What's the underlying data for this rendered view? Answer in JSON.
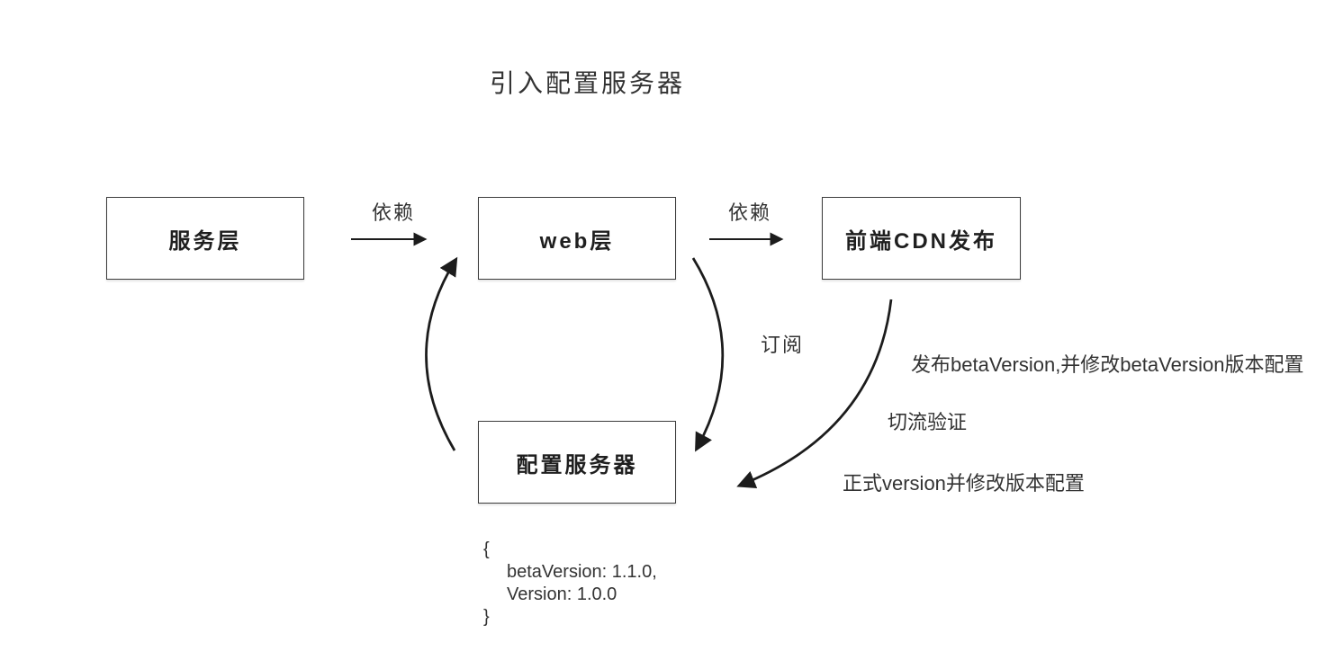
{
  "title": "引入配置服务器",
  "nodes": {
    "service_layer": "服务层",
    "web_layer": "web层",
    "cdn_release": "前端CDN发布",
    "config_server": "配置服务器"
  },
  "edge_labels": {
    "service_to_web": "依赖",
    "web_to_cdn": "依赖",
    "web_to_config": "订阅"
  },
  "annotations": {
    "beta_release": "发布betaVersion,并修改betaVersion版本配置",
    "traffic_validation": "切流验证",
    "formal_release": "正式version并修改版本配置"
  },
  "code_block": {
    "open_brace": "{",
    "beta_version_line": "betaVersion: 1.1.0,",
    "version_line": "Version: 1.0.0",
    "close_brace": "}"
  },
  "colors": {
    "text": "#333333",
    "box_border": "#3c3c3c",
    "arrow": "#1c1c1c",
    "background": "#ffffff"
  }
}
